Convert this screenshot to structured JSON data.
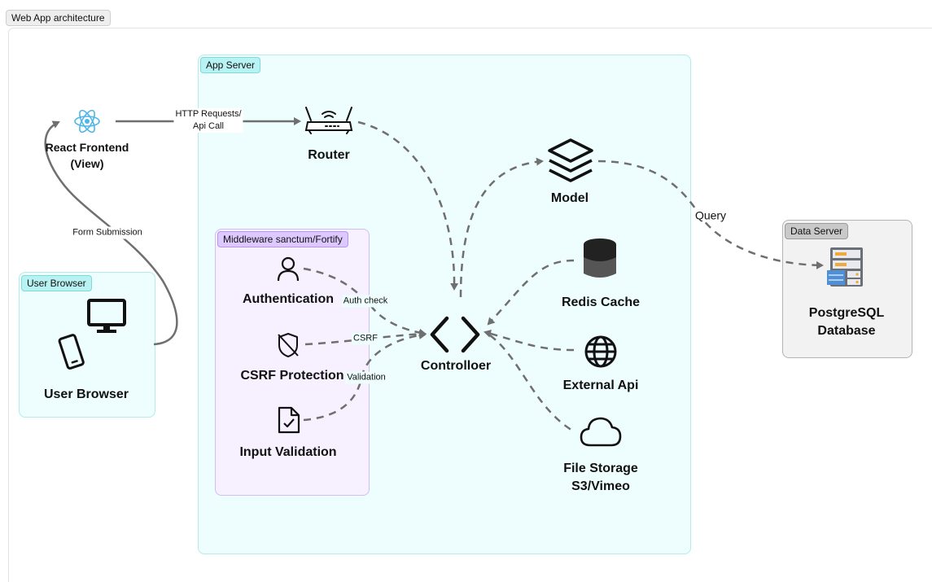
{
  "title": "Web App architecture",
  "regions": {
    "app_server": "App Server",
    "middleware": "Middleware sanctum/Fortify",
    "user_browser": "User Browser",
    "data_server": "Data Server"
  },
  "nodes": {
    "react": "React Frontend\n(View)",
    "router": "Router",
    "model": "Model",
    "authentication": "Authentication",
    "csrf": "CSRF Protection",
    "validation": "Input Validation",
    "controller": "Controlloer",
    "redis": "Redis Cache",
    "external_api": "External Api",
    "file_storage": "File Storage\nS3/Vimeo",
    "user_browser": "User Browser",
    "postgres": "PostgreSQL\nDatabase"
  },
  "edge_labels": {
    "http": "HTTP Requests/\nApi Call",
    "form": "Form Submission",
    "query": "Query",
    "auth_check": "Auth check",
    "csrf": "CSRF",
    "validation": "Validation"
  },
  "icons": {
    "react": "react-logo-icon",
    "router": "wifi-router-icon",
    "model": "layers-stack-icon",
    "authentication": "user-icon",
    "csrf": "shield-off-icon",
    "validation": "file-check-icon",
    "controller": "code-brackets-icon",
    "redis": "database-cylinder-icon",
    "external_api": "globe-icon",
    "file_storage": "cloud-icon",
    "desktop": "monitor-icon",
    "mobile": "smartphone-icon",
    "postgres": "server-rack-icon"
  },
  "colors": {
    "app_server_fill": "#eefdfd",
    "middleware_fill": "#f6f0ff",
    "data_server_fill": "#f2f2f2",
    "react_blue": "#4db6e8",
    "edge": "#6f6f6f"
  }
}
